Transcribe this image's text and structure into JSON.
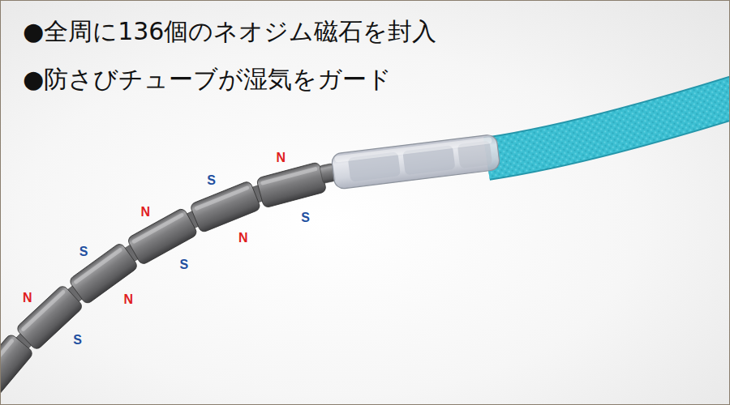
{
  "diagram": {
    "labels": [
      "●全周に136個のネオジム磁石を封入",
      "●防さびチューブが湿気をガード",
      "N",
      "S",
      "N",
      "S",
      "N",
      "S",
      "N",
      "S",
      "N",
      "S"
    ]
  }
}
